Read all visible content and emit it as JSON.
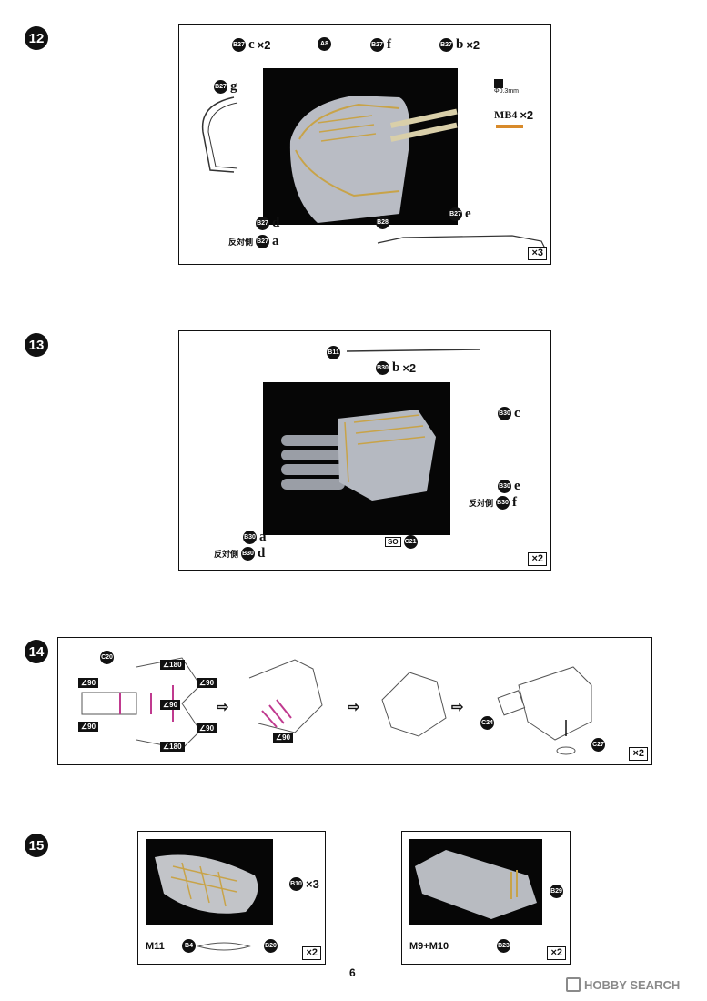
{
  "page_number": "6",
  "watermark": "HOBBY SEARCH",
  "step12": {
    "number": "12",
    "multiplier": "×3",
    "parts": {
      "c": {
        "part": "B27",
        "letter": "c",
        "qty": "×2"
      },
      "a8": {
        "part": "A8"
      },
      "f": {
        "part": "B27",
        "letter": "f"
      },
      "b": {
        "part": "B27",
        "letter": "b",
        "qty": "×2"
      },
      "g": {
        "part": "B27",
        "letter": "g"
      },
      "wire": {
        "size": "Φ0.3mm"
      },
      "mb4": {
        "part": "MB4",
        "qty": "×2"
      },
      "d": {
        "part": "B27",
        "letter": "d"
      },
      "b28": {
        "part": "B28"
      },
      "e": {
        "part": "B27",
        "letter": "e"
      },
      "a": {
        "prefix": "反対側",
        "part": "B27",
        "letter": "a"
      }
    }
  },
  "step13": {
    "number": "13",
    "multiplier": "×2",
    "parts": {
      "b11": {
        "part": "B11"
      },
      "b": {
        "part": "B30",
        "letter": "b",
        "qty": "×2"
      },
      "c": {
        "part": "B30",
        "letter": "c"
      },
      "e": {
        "part": "B30",
        "letter": "e"
      },
      "f": {
        "prefix": "反対側",
        "part": "B30",
        "letter": "f"
      },
      "a": {
        "part": "B30",
        "letter": "a"
      },
      "d": {
        "prefix": "反対側",
        "part": "B30",
        "letter": "d"
      },
      "so": {
        "mark": "SO",
        "part": "C21"
      }
    }
  },
  "step14": {
    "number": "14",
    "multiplier": "×2",
    "parts": {
      "c20": "C20",
      "c24": "C24",
      "c27": "C27"
    },
    "angles": {
      "a180": "∠180",
      "a90": "∠90"
    }
  },
  "step15": {
    "number": "15",
    "multiplier": "×2",
    "left": {
      "b10": {
        "part": "B10",
        "qty": "×3"
      },
      "m11": "M11",
      "b4": "B4",
      "b20": "B20"
    },
    "right": {
      "b29": "B29",
      "m9m10": "M9+M10",
      "b23": "B23"
    }
  }
}
